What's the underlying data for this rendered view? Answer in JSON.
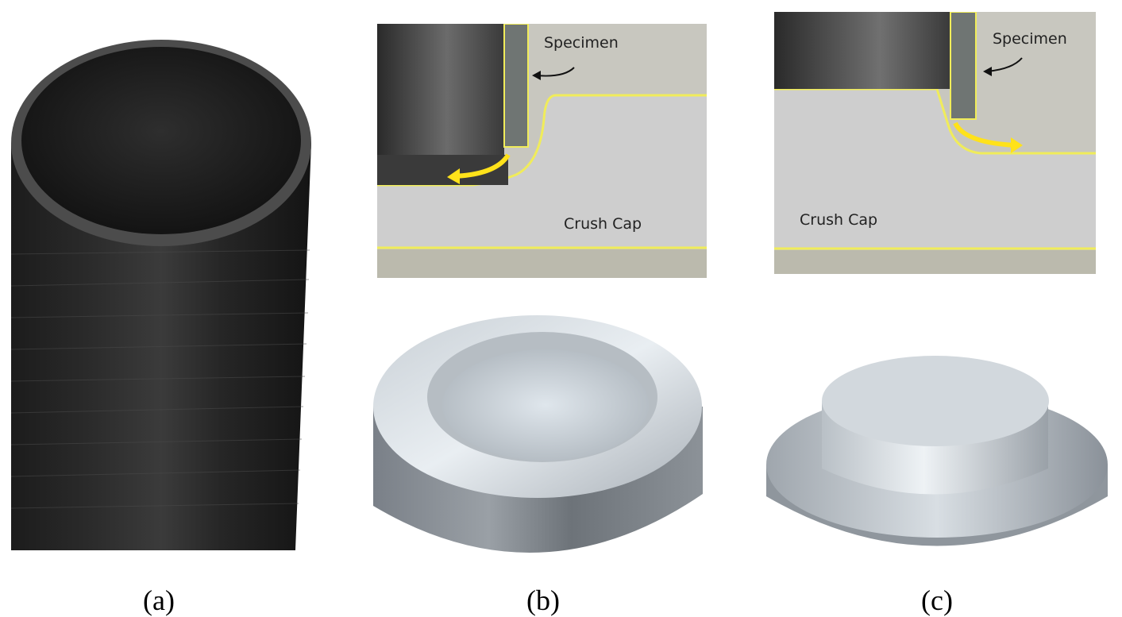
{
  "figure": {
    "captions": {
      "a": "(a)",
      "b": "(b)",
      "c": "(c)"
    },
    "panel_b": {
      "specimen_label": "Specimen",
      "crush_cap_label": "Crush Cap"
    },
    "panel_c": {
      "specimen_label": "Specimen",
      "crush_cap_label": "Crush Cap"
    }
  },
  "colors": {
    "outline": "#f0ec5a",
    "arrow": "#ffe21a",
    "cap_gray": "#cfcfcf",
    "background_gray": "#bdbcb2",
    "tube_black": "#1e1e1e"
  }
}
